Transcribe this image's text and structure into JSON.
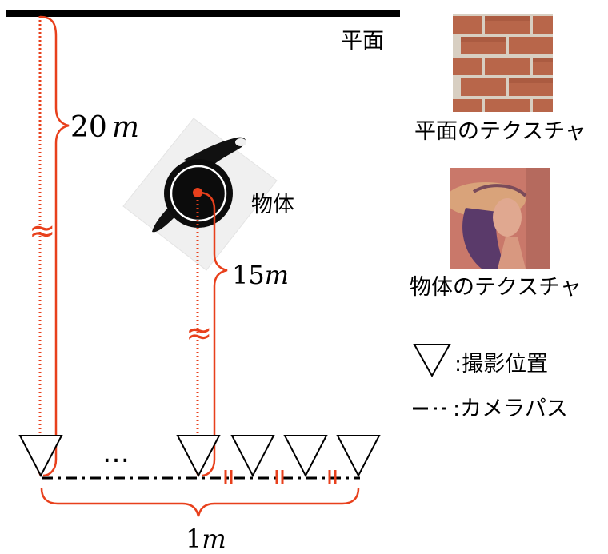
{
  "labels": {
    "plane": "平面",
    "object": "物体",
    "plane_texture": "平面のテクスチャ",
    "object_texture": "物体のテクスチャ",
    "legend_camera": ":撮影位置",
    "legend_path": ":カメラパス",
    "dist_plane": "20 m",
    "dist_plane_num": "20",
    "dist_object_num": "15",
    "unit_m": "m",
    "baseline_num": "1",
    "ellipsis": "…",
    "break_mark": "≈"
  },
  "colors": {
    "accent": "#e8401c",
    "ink": "#000000",
    "brick": "#b8664a",
    "mortar": "#d8cfc2",
    "portrait_bg": "#c9786a"
  },
  "icons": {
    "camera": "downward-triangle",
    "path": "dash-dot-line",
    "teapot": "teapot-silhouette"
  }
}
